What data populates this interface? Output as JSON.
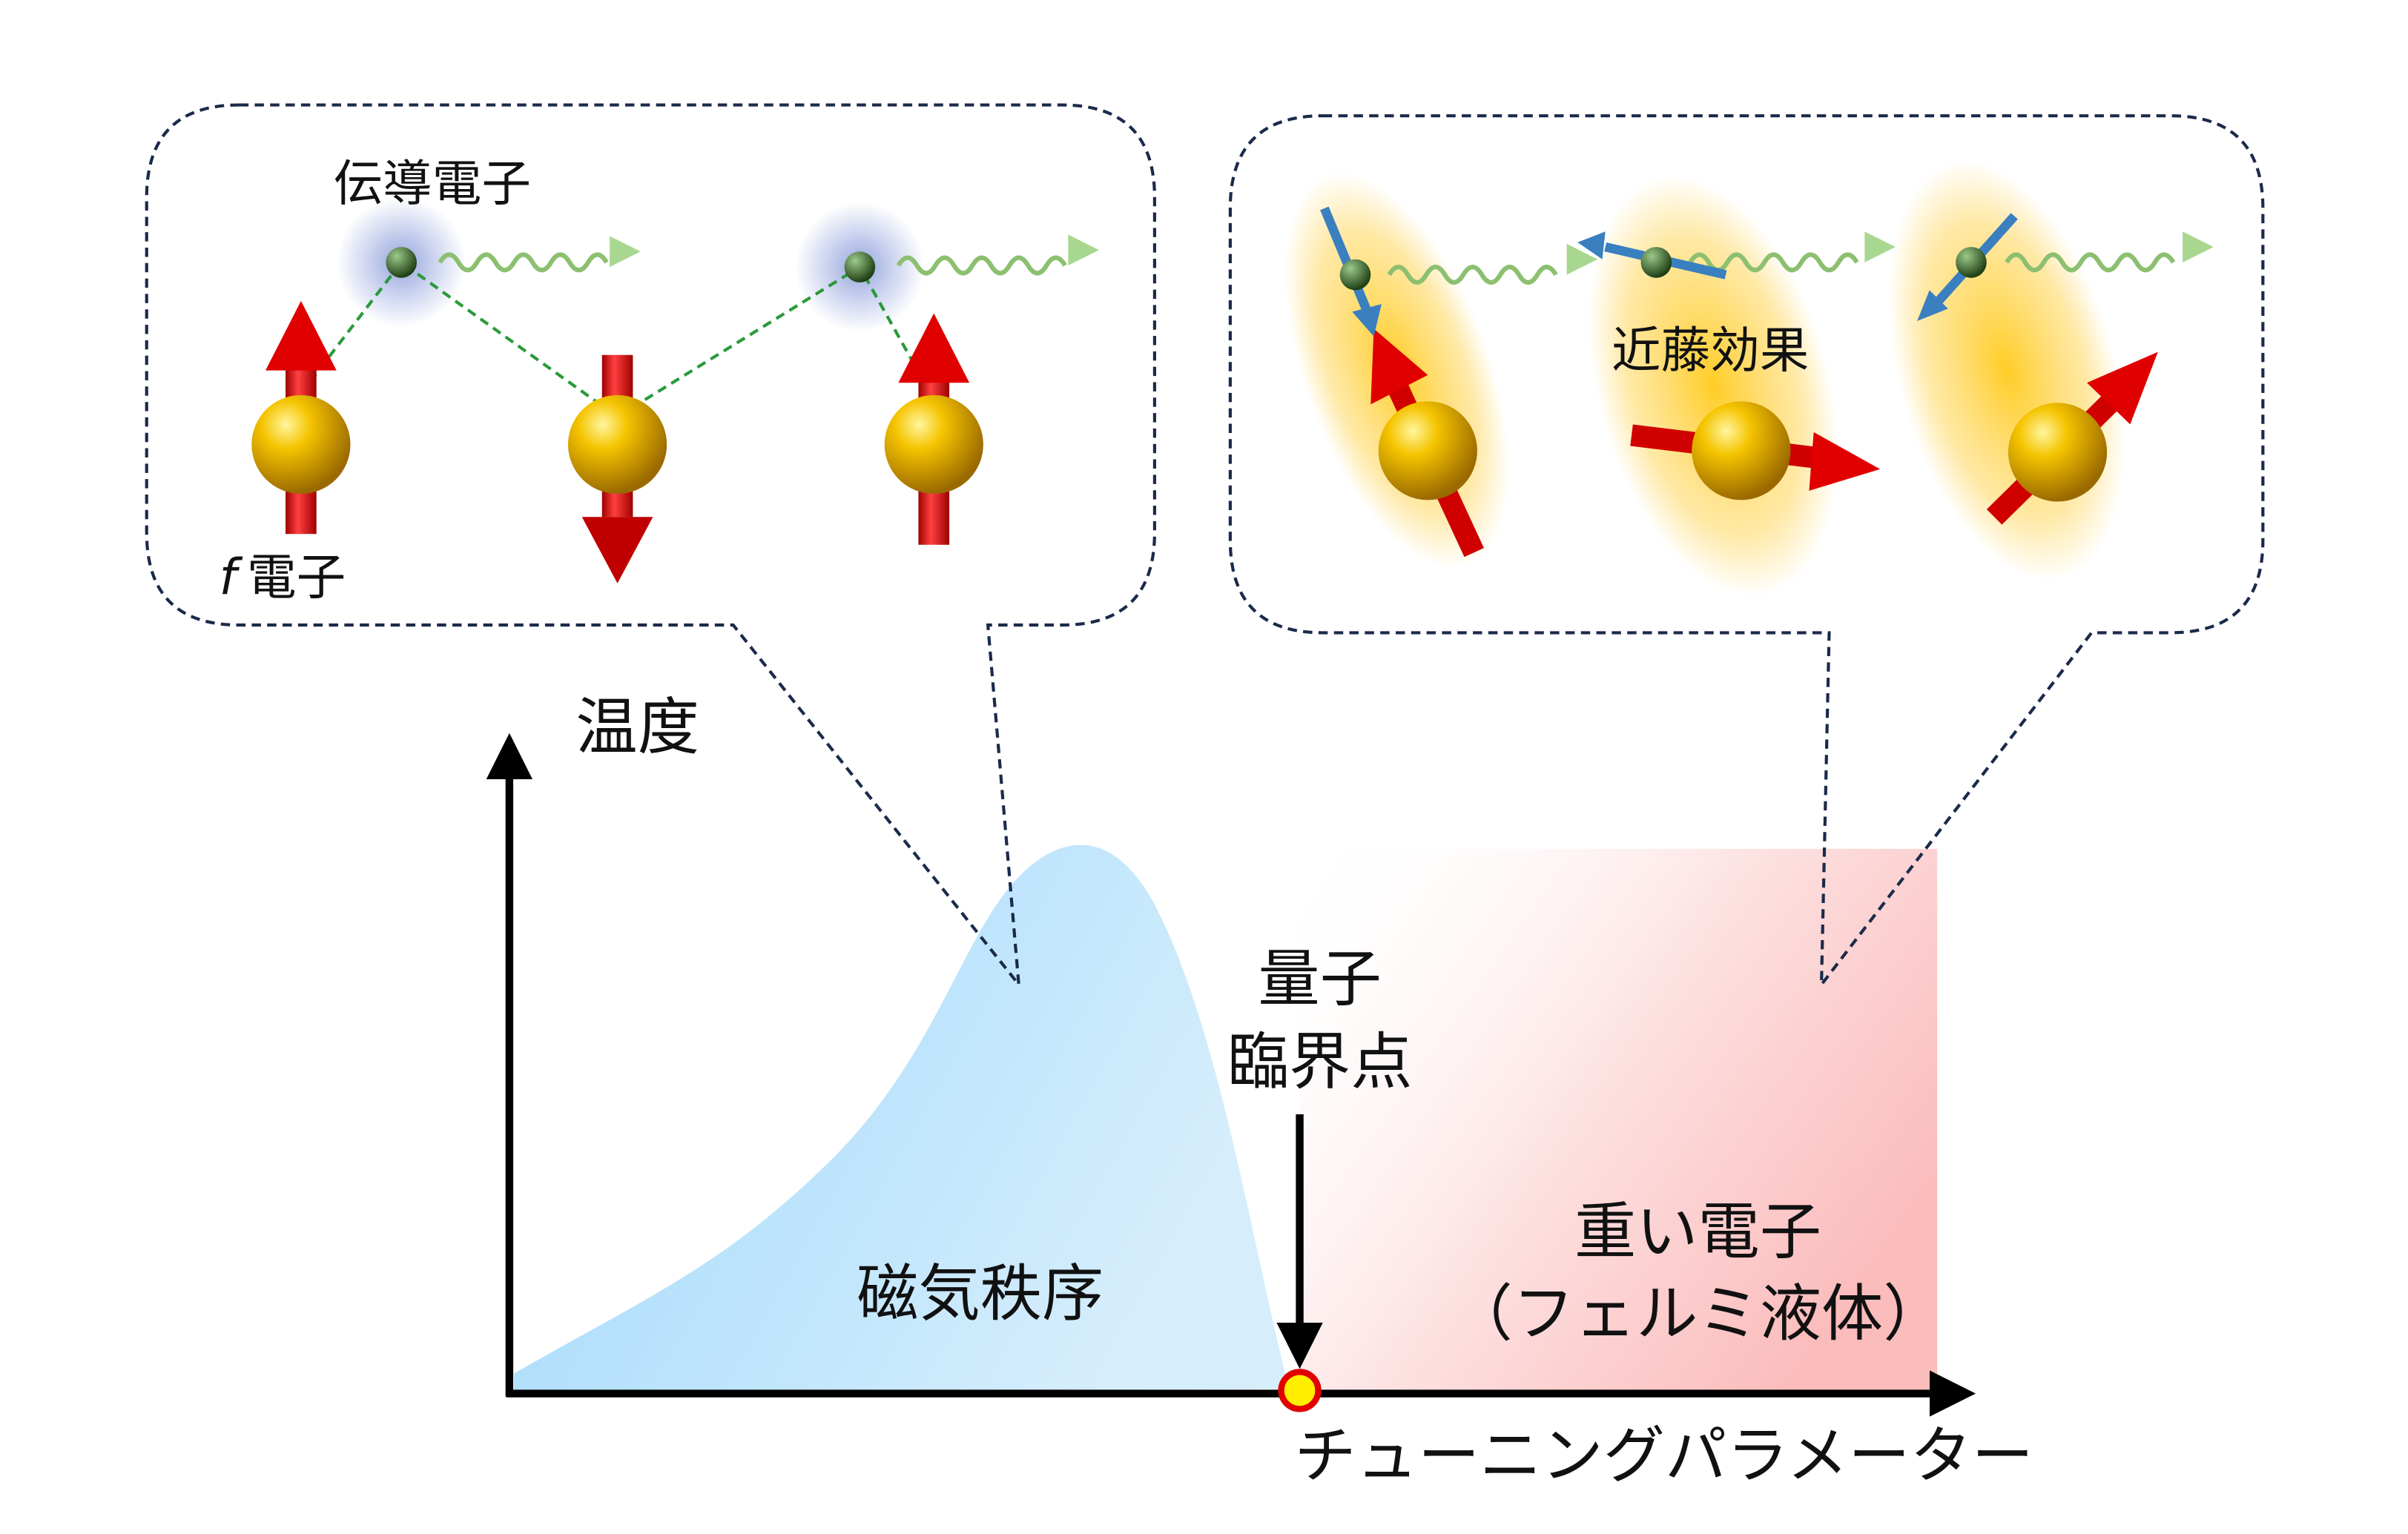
{
  "labels": {
    "conduction_electron": "伝導電子",
    "f_electron_italic": "f",
    "f_electron_rest": "電子",
    "kondo_effect": "近藤効果",
    "temperature_axis": "温度",
    "qcp_line1": "量子",
    "qcp_line2": "臨界点",
    "magnetic_order": "磁気秩序",
    "heavy_electron": "重い電子",
    "fermi_liquid": "（フェルミ液体）",
    "tuning_parameter": "チューニングパラメーター"
  },
  "colors": {
    "magnetic_region": "#a8dcfb",
    "heavy_fermion_region": "#fbc4c4",
    "spin_arrow": "#e00000",
    "f_electron_sphere": "#f2b400",
    "conduction_electron": "#3d6a2a",
    "bubble_border": "#1a2a4a",
    "qcp_fill": "#ffee00",
    "qcp_stroke": "#e00000"
  }
}
